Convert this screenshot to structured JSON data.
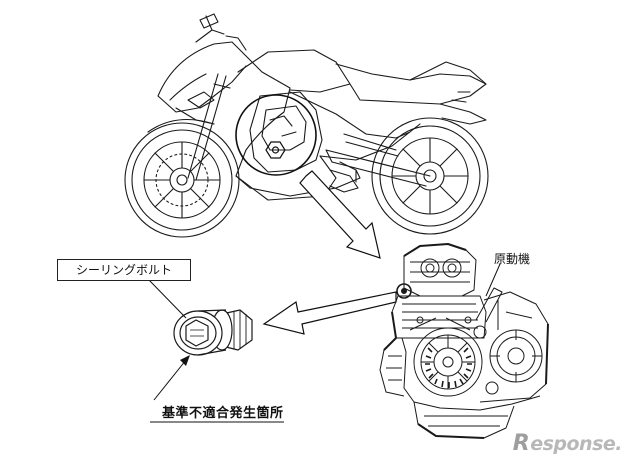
{
  "labels": {
    "sealing_bolt": "シーリングボルト",
    "engine": "原動機",
    "defect_location": "基準不適合発生箇所"
  },
  "watermark": {
    "initial": "R",
    "rest": "esponse."
  },
  "colors": {
    "line": "#1a1a1a",
    "watermark": "#b8b8b8",
    "background": "#ffffff"
  },
  "icons": [
    "motorcycle-drawing",
    "engine-drawing",
    "sealing-bolt-drawing",
    "callout-circle",
    "arrow-to-engine",
    "arrow-to-bolt"
  ]
}
